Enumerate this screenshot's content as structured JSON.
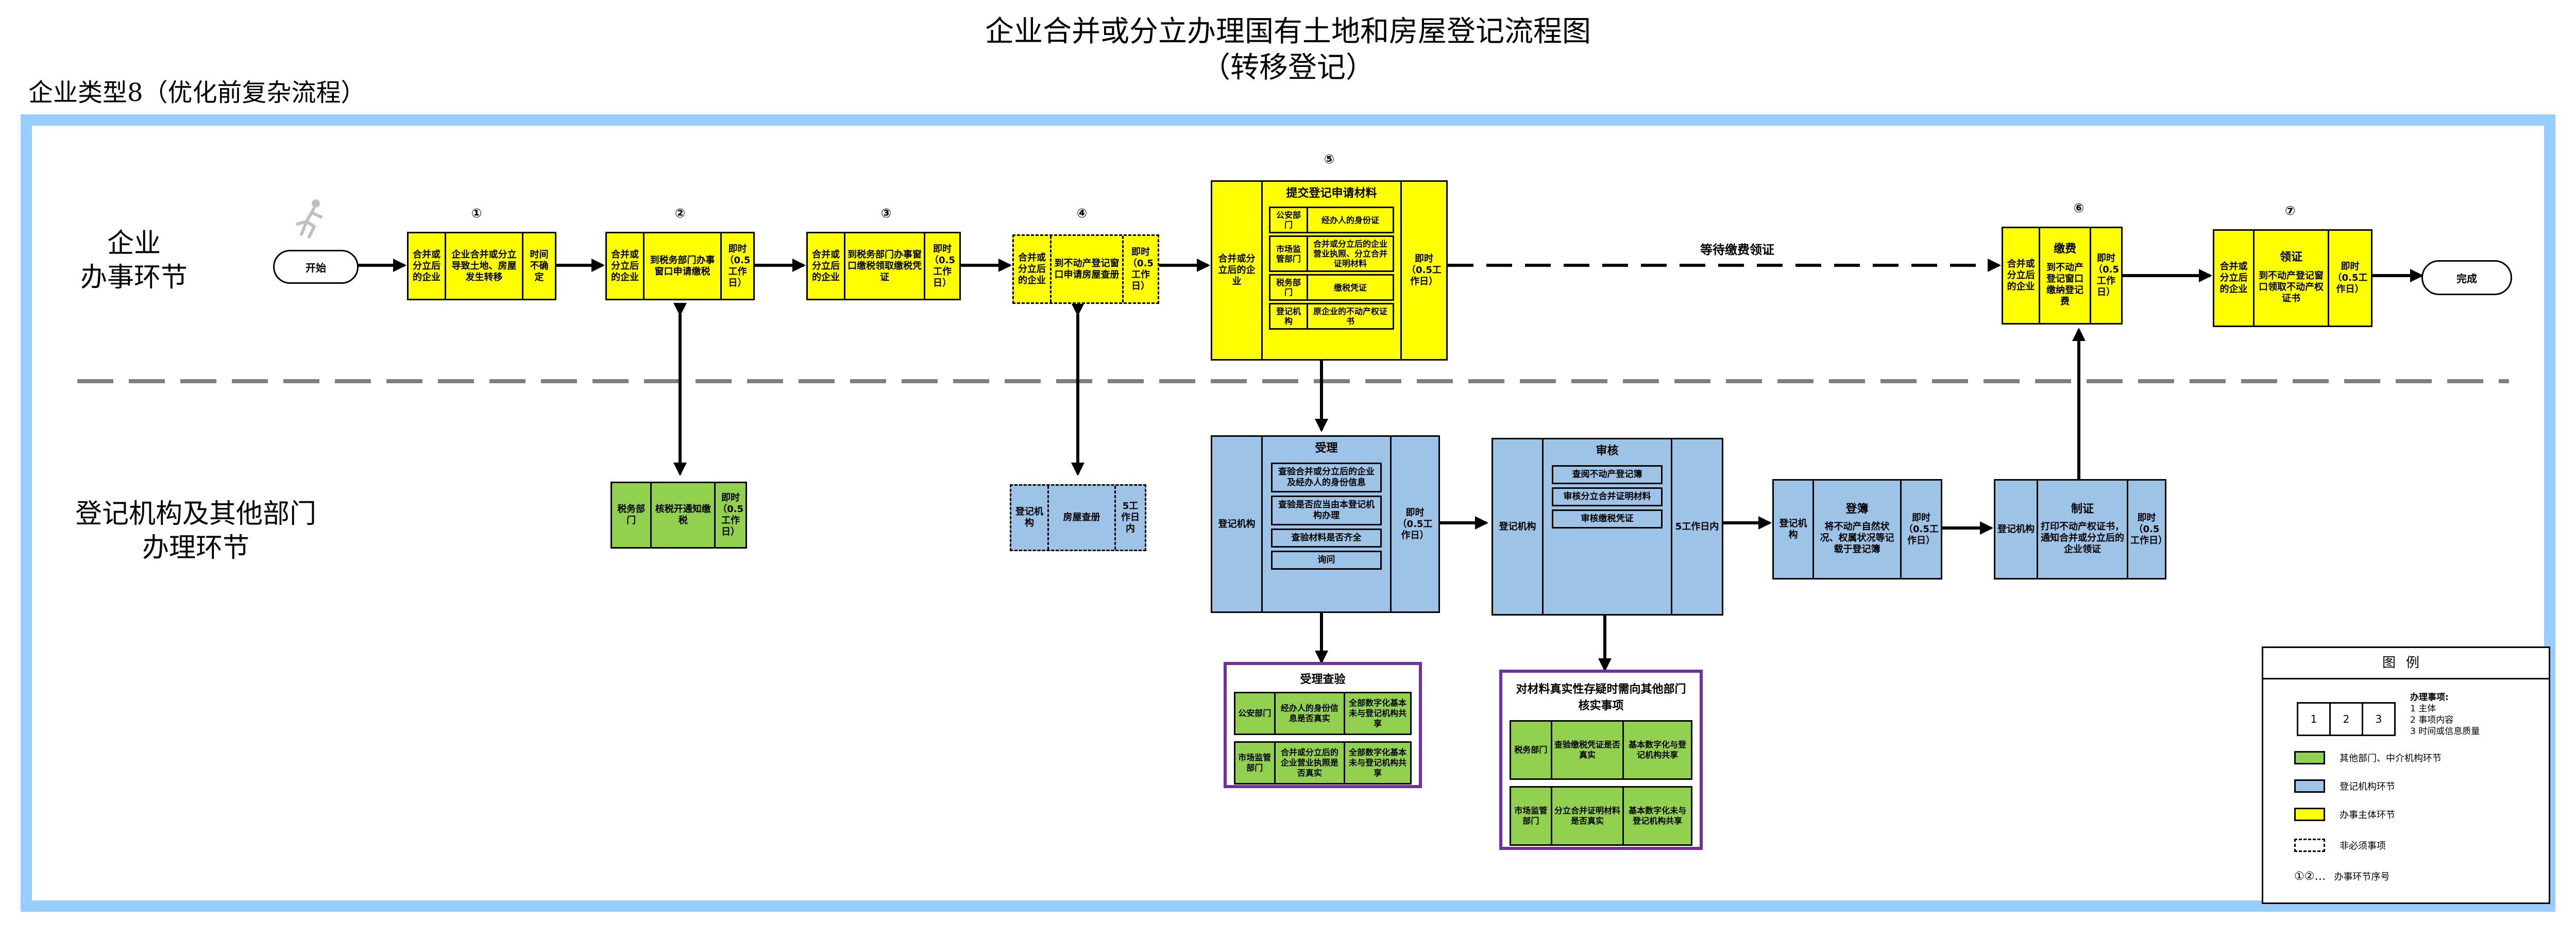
{
  "title": {
    "line1": "企业合并或分立办理国有土地和房屋登记流程图",
    "line2": "（转移登记）"
  },
  "flow_type": "企业类型8（优化前复杂流程）",
  "lanes": {
    "top": "企业\n办事环节",
    "bottom": "登记机构及其他部门\n办理环节"
  },
  "start": "开始",
  "end": "完成",
  "wait_label": "等待缴费领证",
  "steps": {
    "s1": {
      "num": "①",
      "a": "合并或分立后的企业",
      "b": "企业合并或分立导致土地、房屋发生转移",
      "c": "时间不确定"
    },
    "s2": {
      "num": "②",
      "a": "合并或分立后的企业",
      "b": "到税务部门办事窗口申请缴税",
      "c": "即时（0.5工作日）"
    },
    "s3": {
      "num": "③",
      "a": "合并或分立后的企业",
      "b": "到税务部门办事窗口缴税领取缴税凭证",
      "c": "即时（0.5工作日）"
    },
    "s4": {
      "num": "④",
      "a": "合并或分立后的企业",
      "b": "到不动产登记窗口申请房屋查册",
      "c": "即时（0.5工作日）"
    },
    "s5": {
      "num": "⑤",
      "a": "合并或分立后的企业",
      "head": "提交登记申请材料",
      "items": [
        [
          "公安部门",
          "经办人的身份证"
        ],
        [
          "市场监管部门",
          "合并或分立后的企业营业执照、分立合并证明材料"
        ],
        [
          "税务部门",
          "缴税凭证"
        ],
        [
          "登记机构",
          "原企业的不动产权证书"
        ]
      ],
      "c": "即时（0.5工作日）"
    },
    "s6": {
      "num": "⑥",
      "a": "合并或分立后的企业",
      "head": "缴费",
      "b": "到不动产登记窗口缴纳登记费",
      "c": "即时（0.5工作日）"
    },
    "s7": {
      "num": "⑦",
      "a": "合并或分立后的企业",
      "head": "领证",
      "b": "到不动产登记窗口领取不动产权证书",
      "c": "即时（0.5工作日）"
    }
  },
  "lower": {
    "tax": {
      "a": "税务部门",
      "b": "核税开通知缴税",
      "c": "即时（0.5工作日）"
    },
    "search": {
      "a": "登记机构",
      "b": "房屋查册",
      "c": "5工作日内"
    },
    "accept": {
      "a": "登记机构",
      "head": "受理",
      "items": [
        "查验合并或分立后的企业及经办人的身份信息",
        "查验是否应当由本登记机构办理",
        "查验材料是否齐全",
        "询问"
      ],
      "c": "即时（0.5工作日）"
    },
    "review": {
      "a": "登记机构",
      "head": "审核",
      "items": [
        "查阅不动产登记簿",
        "审核分立合并证明材料",
        "审核缴税凭证"
      ],
      "c": "5工作日内"
    },
    "register": {
      "a": "登记机构",
      "head": "登簿",
      "b": "将不动产自然状况、权属状况等记载于登记簿",
      "c": "即时（0.5工作日）"
    },
    "certify": {
      "a": "登记机构",
      "head": "制证",
      "b": "打印不动产权证书，通知合并或分立后的企业领证",
      "c": "即时（0.5工作日）"
    }
  },
  "verify_accept": {
    "title": "受理查验",
    "rows": [
      [
        "公安部门",
        "经办人的身份信息是否真实",
        "全部数字化基本未与登记机构共享"
      ],
      [
        "市场监管部门",
        "合并或分立后的企业营业执照是否真实",
        "全部数字化基本未与登记机构共享"
      ]
    ]
  },
  "verify_review": {
    "title": "对材料真实性存疑时需向其他部门核实事项",
    "rows": [
      [
        "税务部门",
        "查验缴税凭证是否真实",
        "基本数字化与登记机构共享"
      ],
      [
        "市场监管部门",
        "分立合并证明材料是否真实",
        "基本数字化未与登记机构共享"
      ]
    ]
  },
  "legend": {
    "title": "图例",
    "boxes": [
      "1",
      "2",
      "3"
    ],
    "notes_title": "办理事项:",
    "notes": [
      "1 主体",
      "2 事项内容",
      "3 时间或信息质量"
    ],
    "items": [
      {
        "color": "#92d050",
        "label": "其他部门、中介机构环节"
      },
      {
        "color": "#9dc3e6",
        "label": "登记机构环节"
      },
      {
        "color": "#ffff00",
        "label": "办事主体环节"
      }
    ],
    "dashed_label": "非必须事项",
    "seq_symbol": "①②…",
    "seq_label": "办事环节序号"
  },
  "colors": {
    "frame": "#99ccff",
    "yellow": "#ffff00",
    "blue": "#9dc3e6",
    "green": "#92d050",
    "purple": "#7030a0"
  }
}
